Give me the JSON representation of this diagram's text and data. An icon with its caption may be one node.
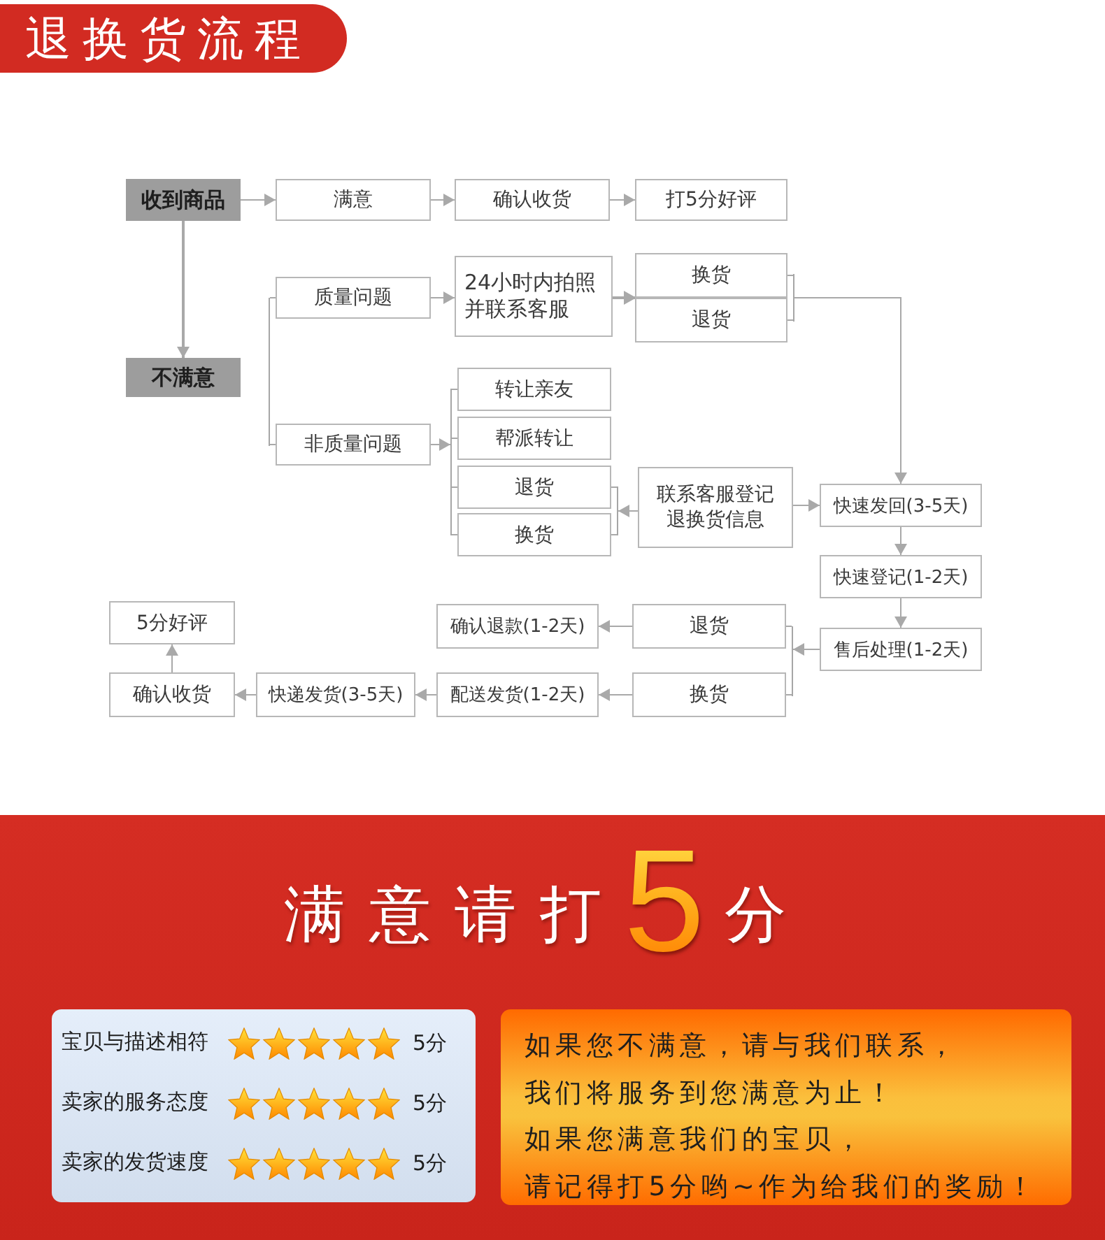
{
  "diagram": {
    "title": "退换货流程",
    "nodes": [
      {
        "text": [
          "收到商品"
        ]
      },
      {
        "text": [
          "满意"
        ]
      },
      {
        "text": [
          "确认收货"
        ]
      },
      {
        "text": [
          "打5分好评"
        ]
      },
      {
        "text": [
          "不满意"
        ]
      },
      {
        "text": [
          "质量问题"
        ]
      },
      {
        "text": [
          "24小时内拍照并联系客服"
        ]
      },
      {
        "text": [
          "换货"
        ]
      },
      {
        "text": [
          "退货"
        ]
      },
      {
        "text": [
          "非质量问题"
        ]
      },
      {
        "text": [
          "转让亲友"
        ]
      },
      {
        "text": [
          "帮派转让"
        ]
      },
      {
        "text": [
          "退货"
        ]
      },
      {
        "text": [
          "换货"
        ]
      },
      {
        "text": [
          "联系客服登记退换货信息"
        ]
      },
      {
        "text": [
          "快速发回(3-5天)"
        ]
      },
      {
        "text": [
          "快速登记(1-2天)"
        ]
      },
      {
        "text": [
          "售后处理(1-2天)"
        ]
      },
      {
        "text": [
          "退货"
        ]
      },
      {
        "text": [
          "换货"
        ]
      },
      {
        "text": [
          "确认退款(1-2天)"
        ]
      },
      {
        "text": [
          "配送发货(1-2天)"
        ]
      },
      {
        "text": [
          "快递发货(3-5天)"
        ]
      },
      {
        "text": [
          "确认收货"
        ]
      },
      {
        "text": [
          "5分好评"
        ]
      },
      {
        "text": [
          "宝贝与描述相符",
          "5分",
          "卖家的服务态度",
          "5分",
          "卖家的发货速度",
          "5分"
        ]
      },
      {
        "text": [
          "如果您不满意，请与我们联系，",
          "我们将服务到您满意为止！",
          "如果您满意我们的宝贝，",
          "请记得打5分哟~作为给我们的奖励！"
        ]
      },
      {
        "text": [],
        "shape": "bar"
      },
      {
        "text": [],
        "shape": "bar"
      },
      {
        "text": [],
        "shape": "bar"
      },
      {
        "text": [],
        "shape": "bar"
      },
      {
        "text": [],
        "shape": "bar"
      }
    ],
    "edges": [
      {
        "from": 0,
        "to": 1,
        "arrow": "to"
      },
      {
        "from": 1,
        "to": 2,
        "arrow": "to"
      },
      {
        "from": 2,
        "to": 3,
        "arrow": "to"
      },
      {
        "from": 0,
        "to": 4,
        "arrow": "to"
      },
      {
        "from": 5,
        "to": 6,
        "arrow": "to"
      },
      {
        "from": 6,
        "to": 7,
        "arrow": "to"
      },
      {
        "from": 6,
        "to": 8,
        "arrow": "to"
      },
      {
        "from": 7,
        "to": 27,
        "arrow": "none"
      },
      {
        "from": 8,
        "to": 27,
        "arrow": "none"
      },
      {
        "from": 27,
        "to": 15,
        "arrow": "to"
      },
      {
        "from": 28,
        "to": 5,
        "arrow": "none"
      },
      {
        "from": 28,
        "to": 9,
        "arrow": "none"
      },
      {
        "from": 9,
        "to": 29,
        "arrow": "to"
      },
      {
        "from": 29,
        "to": 10,
        "arrow": "none"
      },
      {
        "from": 29,
        "to": 11,
        "arrow": "none"
      },
      {
        "from": 29,
        "to": 12,
        "arrow": "none"
      },
      {
        "from": 29,
        "to": 13,
        "arrow": "none"
      },
      {
        "from": 14,
        "to": 30,
        "arrow": "to"
      },
      {
        "from": 30,
        "to": 12,
        "arrow": "none"
      },
      {
        "from": 30,
        "to": 13,
        "arrow": "none"
      },
      {
        "from": 14,
        "to": 15,
        "arrow": "to"
      },
      {
        "from": 15,
        "to": 16,
        "arrow": "to"
      },
      {
        "from": 16,
        "to": 17,
        "arrow": "to"
      },
      {
        "from": 17,
        "to": 31,
        "arrow": "to"
      },
      {
        "from": 31,
        "to": 18,
        "arrow": "none"
      },
      {
        "from": 31,
        "to": 19,
        "arrow": "none"
      },
      {
        "from": 18,
        "to": 20,
        "arrow": "to"
      },
      {
        "from": 19,
        "to": 21,
        "arrow": "to"
      },
      {
        "from": 21,
        "to": 22,
        "arrow": "to"
      },
      {
        "from": 22,
        "to": 23,
        "arrow": "to"
      },
      {
        "from": 23,
        "to": 24,
        "arrow": "to"
      }
    ],
    "labels": [
      "满意请打",
      "5",
      "分"
    ]
  }
}
